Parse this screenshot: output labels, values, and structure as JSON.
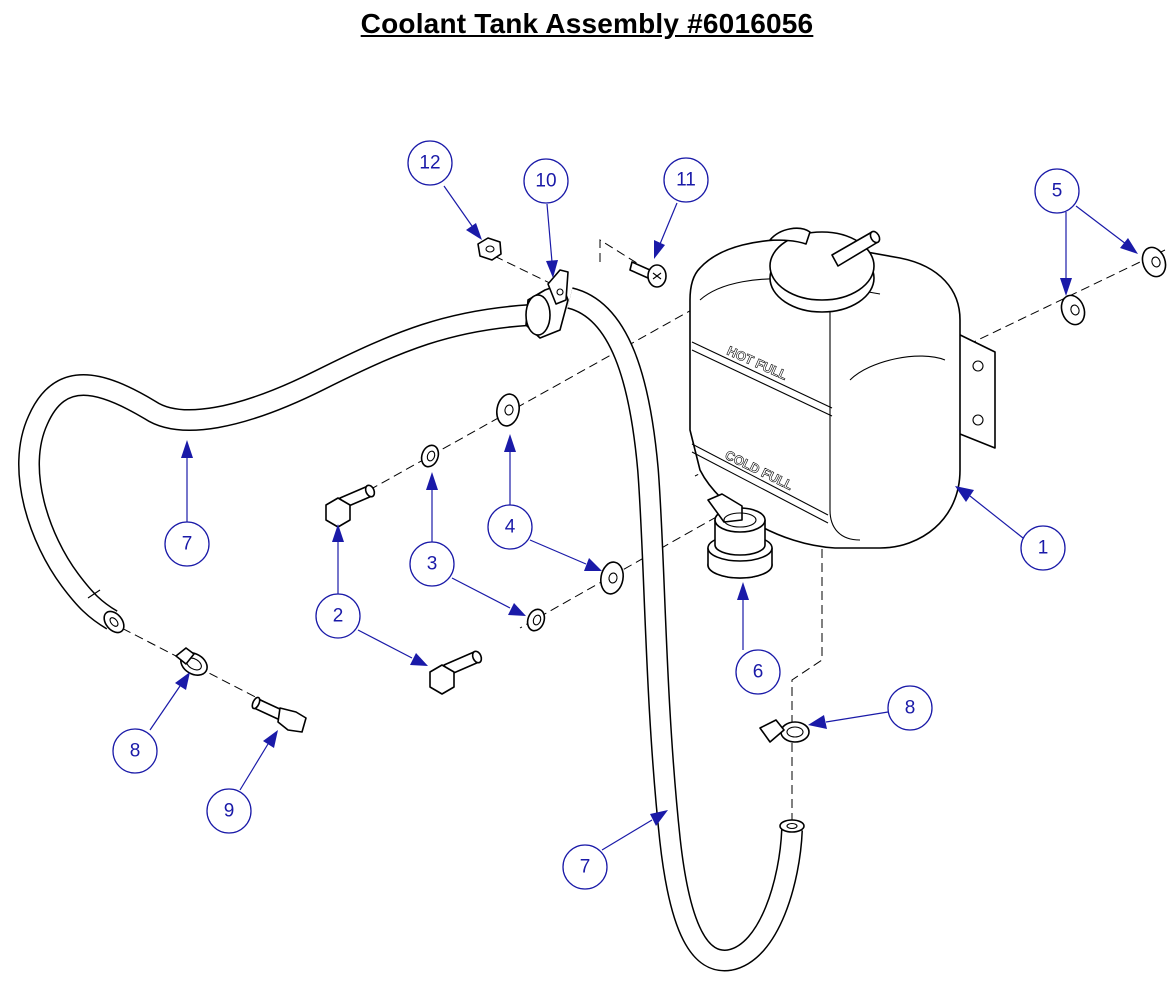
{
  "title": "Coolant Tank Assembly #6016056",
  "tank_labels": {
    "hot": "HOT FULL",
    "cold": "COLD FULL"
  },
  "callouts": {
    "c1": "1",
    "c2": "2",
    "c3": "3",
    "c4": "4",
    "c5": "5",
    "c6": "6",
    "c7a": "7",
    "c7b": "7",
    "c8a": "8",
    "c8b": "8",
    "c9": "9",
    "c10": "10",
    "c11": "11",
    "c12": "12"
  },
  "colors": {
    "callout": "#1a1aa8",
    "line": "#000000",
    "background": "#ffffff"
  }
}
